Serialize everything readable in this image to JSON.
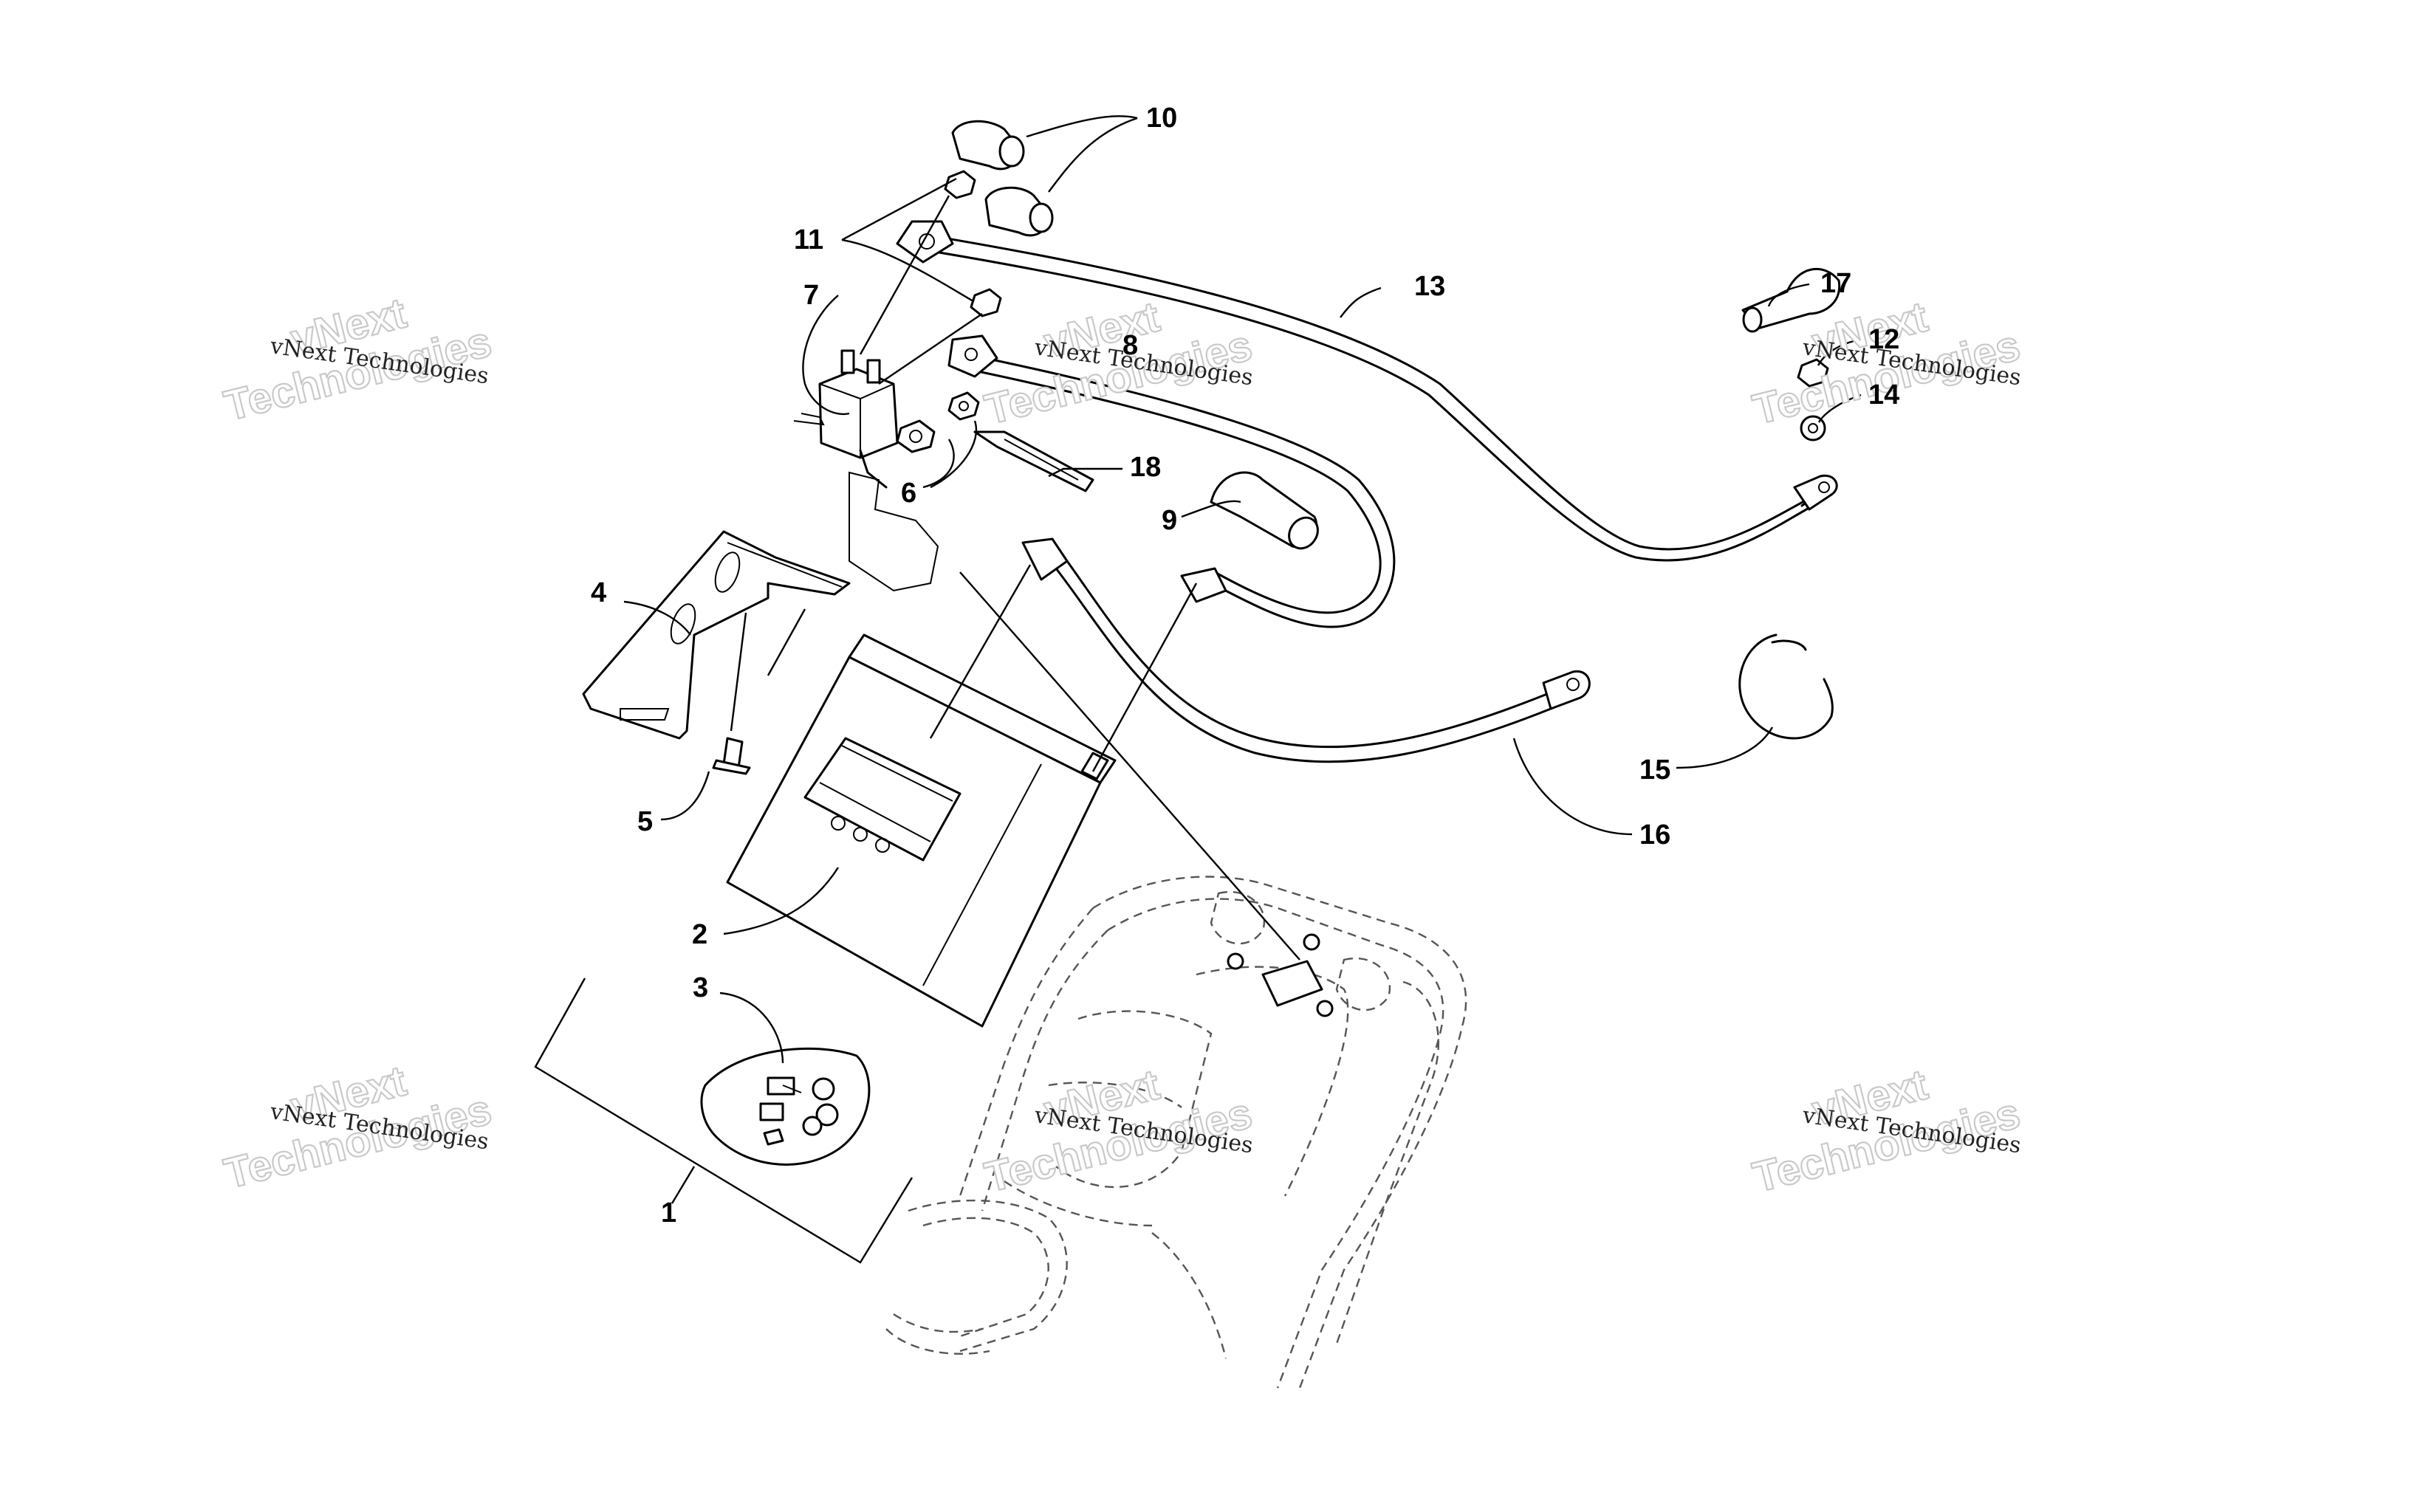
{
  "watermark": {
    "line1": "vNext Technologies",
    "line2_a": "vNext",
    "line2_b": "Technologies"
  },
  "callouts": [
    {
      "id": "1",
      "label": "1"
    },
    {
      "id": "2",
      "label": "2"
    },
    {
      "id": "3",
      "label": "3"
    },
    {
      "id": "4",
      "label": "4"
    },
    {
      "id": "5",
      "label": "5"
    },
    {
      "id": "6",
      "label": "6"
    },
    {
      "id": "7",
      "label": "7"
    },
    {
      "id": "8",
      "label": "8"
    },
    {
      "id": "9",
      "label": "9"
    },
    {
      "id": "10",
      "label": "10"
    },
    {
      "id": "11",
      "label": "11"
    },
    {
      "id": "12",
      "label": "12"
    },
    {
      "id": "13",
      "label": "13"
    },
    {
      "id": "14",
      "label": "14"
    },
    {
      "id": "15",
      "label": "15"
    },
    {
      "id": "16",
      "label": "16"
    },
    {
      "id": "17",
      "label": "17"
    },
    {
      "id": "18",
      "label": "18"
    }
  ]
}
